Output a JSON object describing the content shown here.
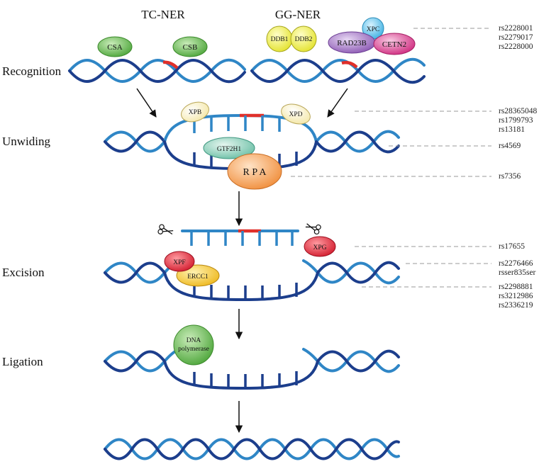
{
  "columns": {
    "tc_ner": "TC-NER",
    "gg_ner": "GG-NER"
  },
  "stages": {
    "recognition": "Recognition",
    "unwinding": "Unwiding",
    "excision": "Excision",
    "ligation": "Ligation"
  },
  "proteins": {
    "csa": "CSA",
    "csb": "CSB",
    "ddb1": "DDB1",
    "ddb2": "DDB2",
    "xpc": "XPC",
    "rad23b": "RAD23B",
    "cetn2": "CETN2",
    "xpb": "XPB",
    "xpd": "XPD",
    "gtf2h1": "GTF2H1",
    "rpa": "R P A",
    "xpf": "XPF",
    "ercc1": "ERCC1",
    "xpg": "XPG",
    "dna_polymerase_line1": "DNA",
    "dna_polymerase_line2": "polymerase"
  },
  "snp_groups": {
    "recognition": [
      "rs2228001",
      "rs2279017",
      "rs2228000"
    ],
    "xpb_xpd": [
      "rs28365048",
      "rs1799793",
      "rs13181"
    ],
    "gtf2h1": [
      "rs4569"
    ],
    "rpa": [
      "rs7356"
    ],
    "xpg": [
      "rs17655"
    ],
    "xpf": [
      "rs2276466",
      "rsser835ser"
    ],
    "ercc1": [
      "rs2298881",
      "rs3212986",
      "rs2336219"
    ]
  },
  "colors": {
    "strand_dark": "#1c3e8c",
    "strand_light": "#2f86c6",
    "damage": "#e0302a",
    "csa_csb": "#5db34a",
    "ddb": "#eeee40",
    "xpc": "#5bc0ea",
    "rad23b": "#9b6bbf",
    "cetn2": "#d6338a",
    "xpb_xpd": "#fbf3c8",
    "gtf2h1": "#7fcab4",
    "rpa": "#f5a15a",
    "xpf_xpg": "#e02c3a",
    "ercc1": "#f2c230",
    "dna_polymerase": "#6cbf5e"
  },
  "icons": [
    "scissors-icon",
    "scissors-icon"
  ]
}
